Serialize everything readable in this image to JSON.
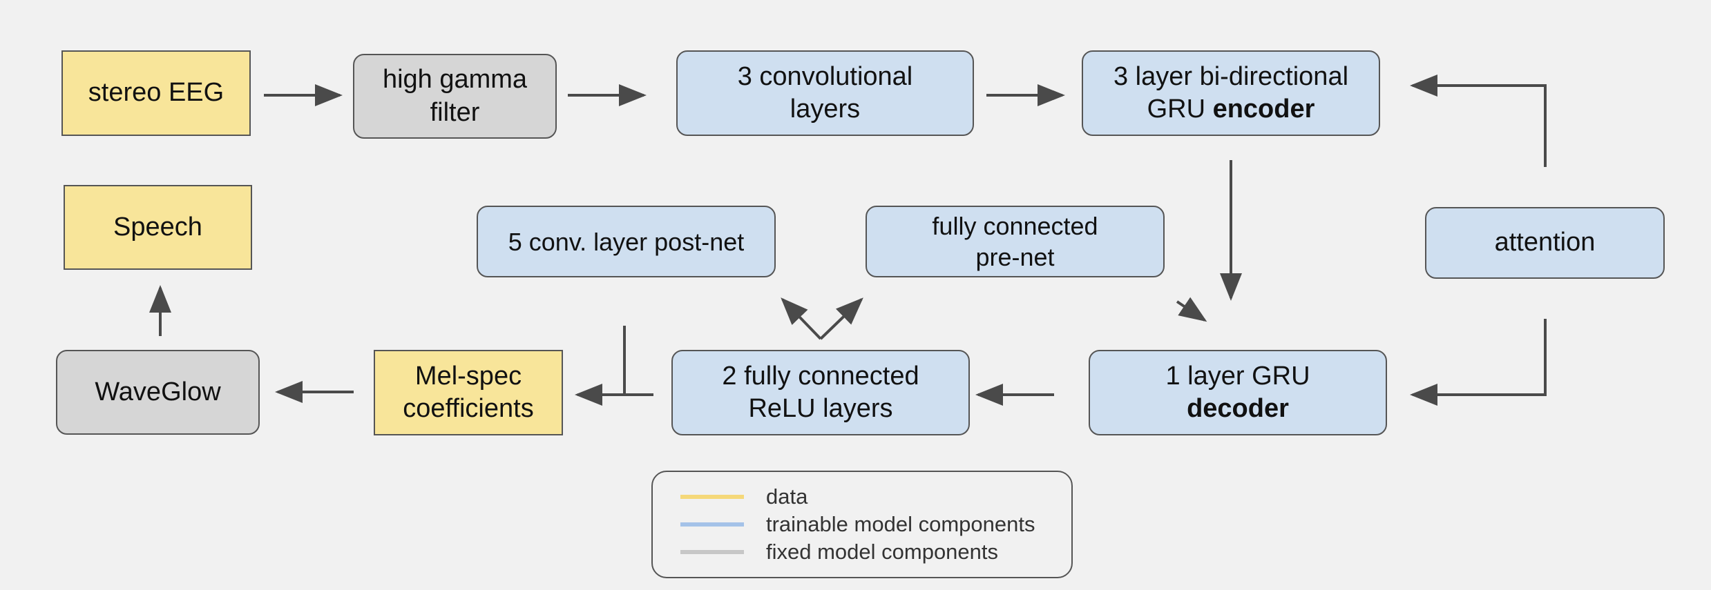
{
  "nodes": {
    "stereo_eeg": "stereo EEG",
    "high_gamma_filter": [
      "high gamma",
      "filter"
    ],
    "conv_layers": [
      "3 convolutional",
      "layers"
    ],
    "encoder": {
      "line1": "3 layer bi-directional",
      "line2_prefix": "GRU ",
      "line2_bold": "encoder"
    },
    "attention": "attention",
    "speech": "Speech",
    "post_net": "5 conv. layer post-net",
    "pre_net": [
      "fully connected",
      "pre-net"
    ],
    "waveglow": "WaveGlow",
    "mel_spec": [
      "Mel-spec",
      "coefficients"
    ],
    "relu_layers": [
      "2 fully connected",
      "ReLU layers"
    ],
    "decoder": {
      "line1": "1 layer GRU",
      "line2_bold": "decoder"
    }
  },
  "legend": {
    "items": [
      {
        "label": "data",
        "color": "#f5d879"
      },
      {
        "label": "trainable model components",
        "color": "#a4c2e8"
      },
      {
        "label": "fixed model components",
        "color": "#c7c7c7"
      }
    ]
  },
  "colors": {
    "data_fill": "#f8e59a",
    "trainable_fill": "#cfdff0",
    "fixed_fill": "#d6d6d6",
    "arrow": "#4a4a4a",
    "background": "#f1f1f1"
  }
}
